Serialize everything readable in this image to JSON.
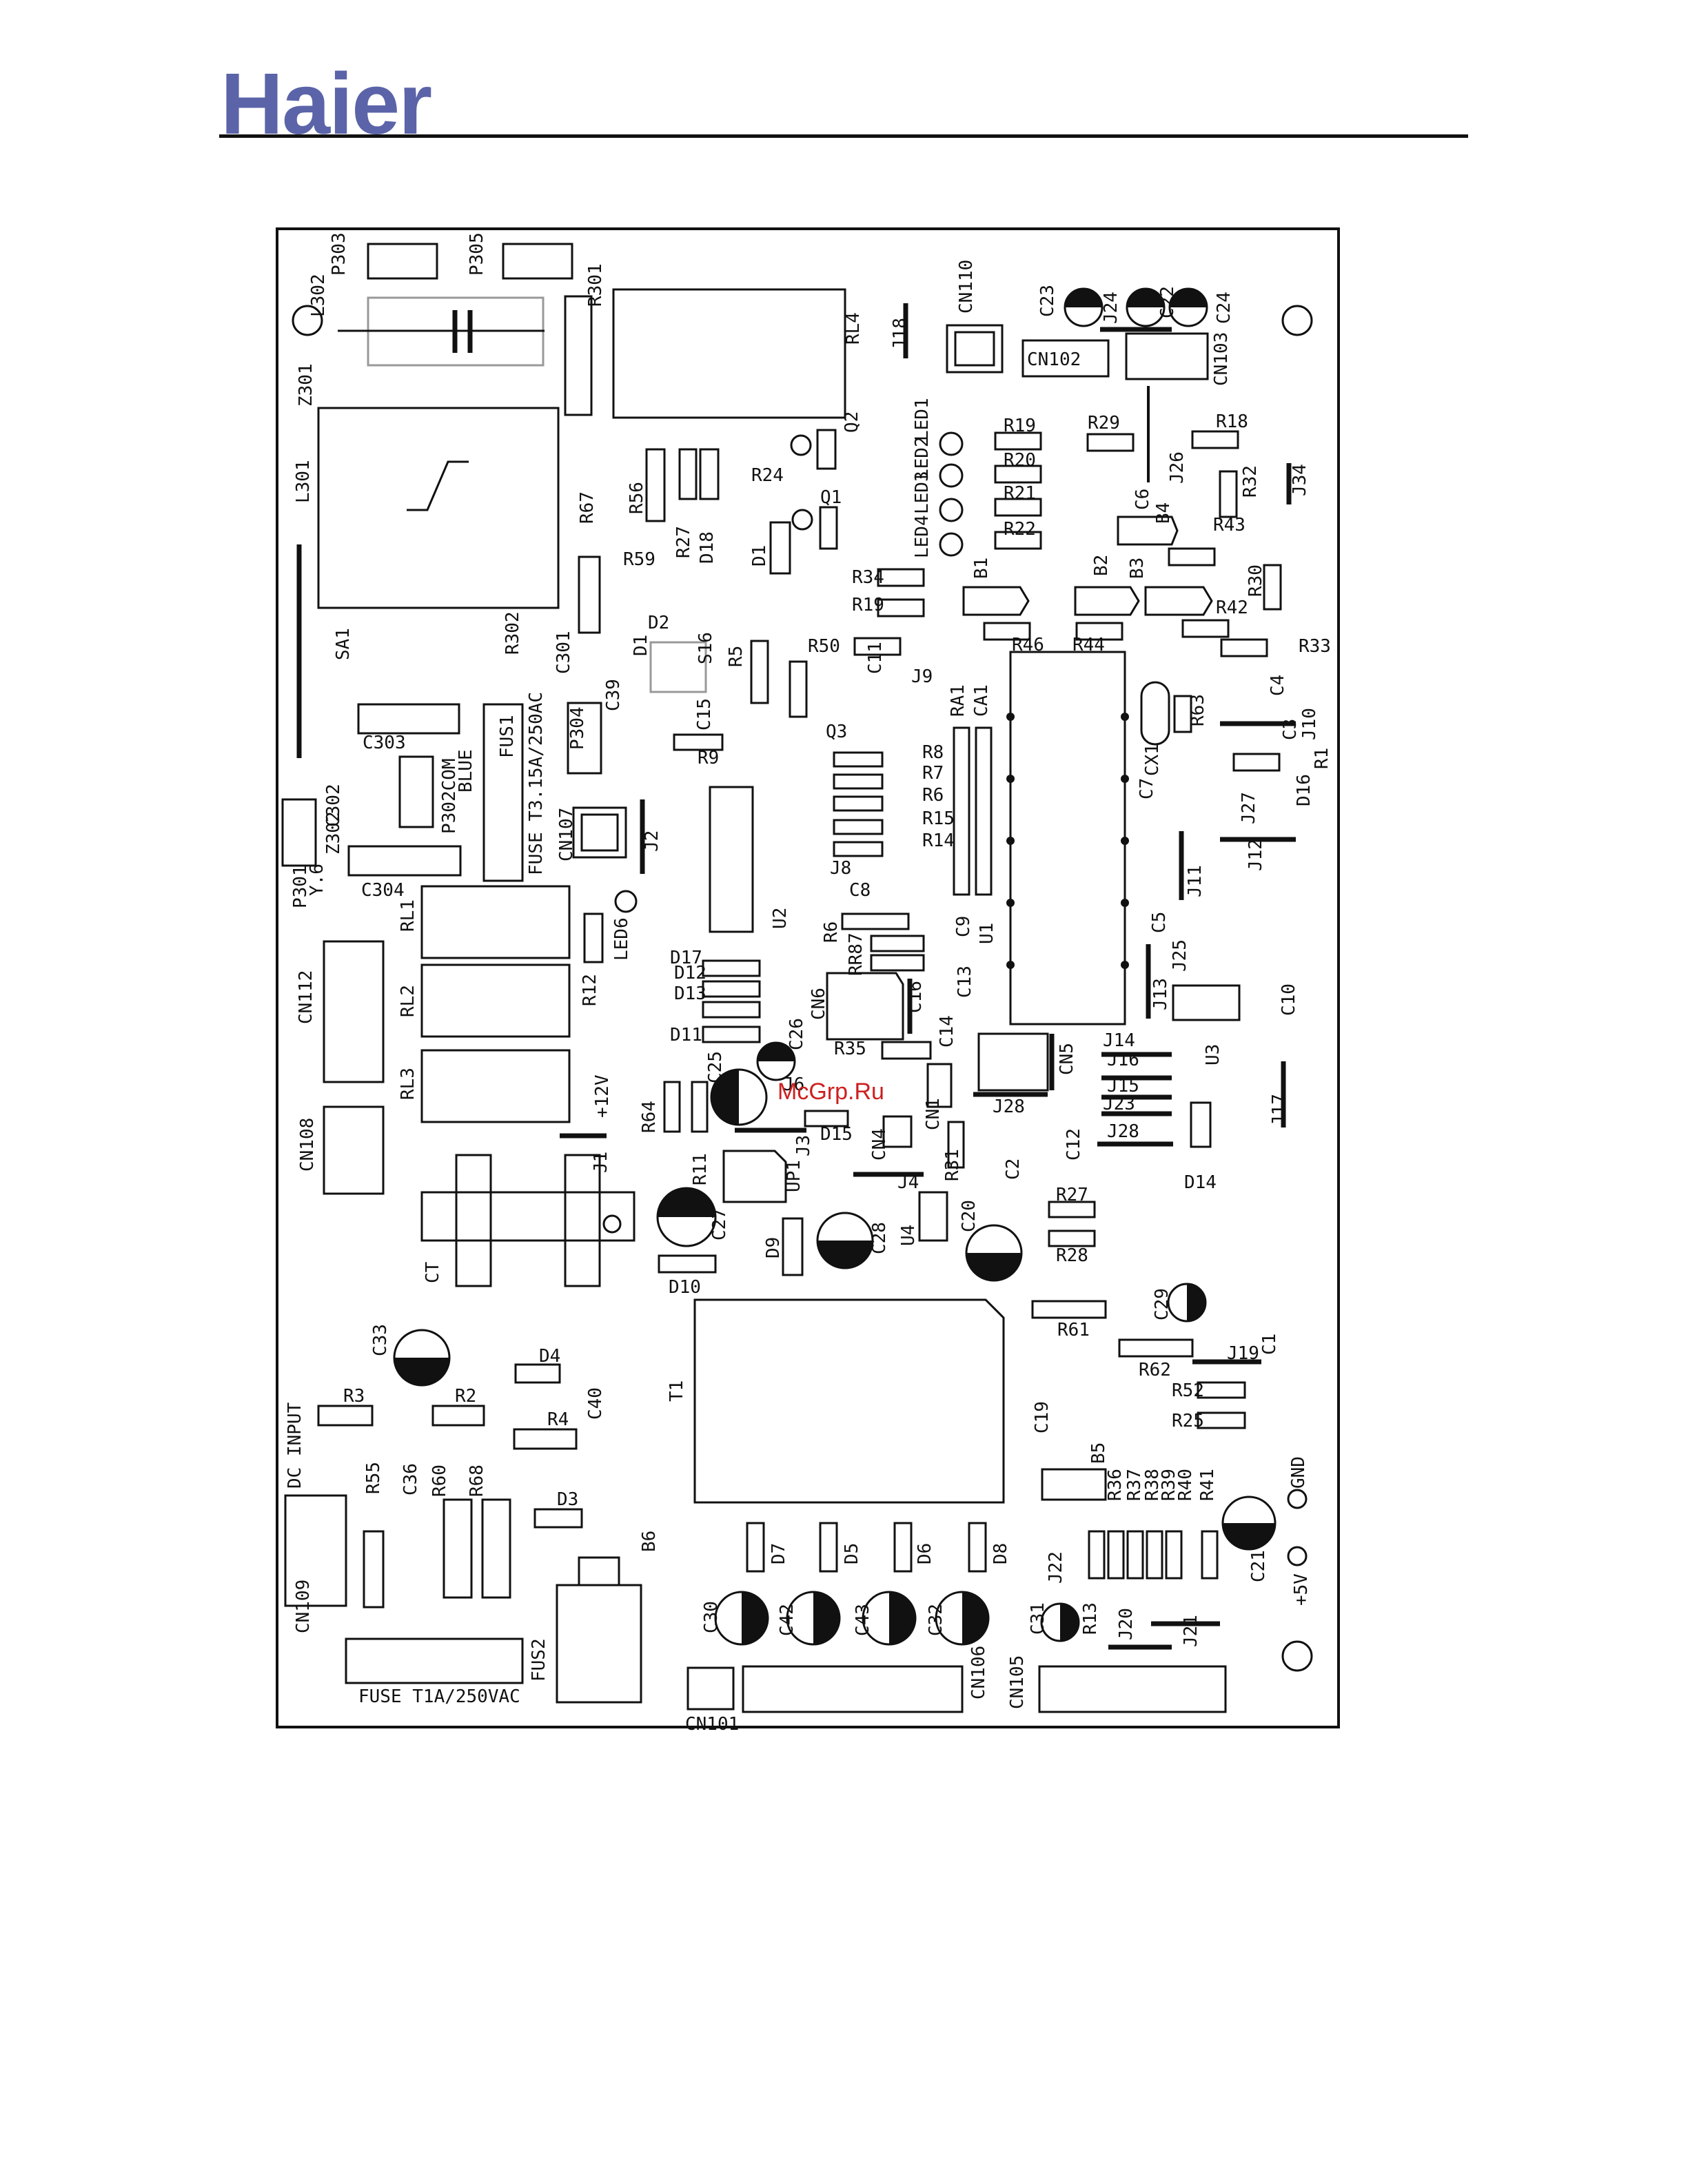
{
  "brand": {
    "logo_text": "Haier"
  },
  "watermark": "McGrp.Ru",
  "board": {
    "border_color": "#111111",
    "labels": [
      {
        "id": "p303",
        "text": "P303"
      },
      {
        "id": "p305",
        "text": "P305"
      },
      {
        "id": "l302",
        "text": "L302"
      },
      {
        "id": "r301",
        "text": "R301"
      },
      {
        "id": "rl4",
        "text": "RL4"
      },
      {
        "id": "j18",
        "text": "J18"
      },
      {
        "id": "cn110",
        "text": "CN110"
      },
      {
        "id": "c23",
        "text": "C23"
      },
      {
        "id": "j24",
        "text": "J24"
      },
      {
        "id": "c22",
        "text": "C22"
      },
      {
        "id": "c24",
        "text": "C24"
      },
      {
        "id": "cn102",
        "text": "CN102"
      },
      {
        "id": "cn103",
        "text": "CN103"
      },
      {
        "id": "z301",
        "text": "Z301"
      },
      {
        "id": "l301",
        "text": "L301"
      },
      {
        "id": "r67",
        "text": "R67"
      },
      {
        "id": "r56",
        "text": "R56"
      },
      {
        "id": "r27",
        "text": "R27"
      },
      {
        "id": "d18",
        "text": "D18"
      },
      {
        "id": "r59",
        "text": "R59"
      },
      {
        "id": "r24",
        "text": "R24"
      },
      {
        "id": "d1a",
        "text": "D1"
      },
      {
        "id": "q2",
        "text": "Q2"
      },
      {
        "id": "q1",
        "text": "Q1"
      },
      {
        "id": "led1",
        "text": "LED1"
      },
      {
        "id": "led2",
        "text": "LED2"
      },
      {
        "id": "led3",
        "text": "LED3"
      },
      {
        "id": "led4",
        "text": "LED4"
      },
      {
        "id": "r19",
        "text": "R19"
      },
      {
        "id": "r20",
        "text": "R20"
      },
      {
        "id": "r21",
        "text": "R21"
      },
      {
        "id": "r22",
        "text": "R22"
      },
      {
        "id": "r29",
        "text": "R29"
      },
      {
        "id": "c6",
        "text": "C6"
      },
      {
        "id": "j26",
        "text": "J26"
      },
      {
        "id": "b4",
        "text": "B4"
      },
      {
        "id": "r18",
        "text": "R18"
      },
      {
        "id": "r32",
        "text": "R32"
      },
      {
        "id": "j34",
        "text": "J34"
      },
      {
        "id": "r43",
        "text": "R43"
      },
      {
        "id": "r34",
        "text": "R34"
      },
      {
        "id": "r19b",
        "text": "R19"
      },
      {
        "id": "b1",
        "text": "B1"
      },
      {
        "id": "b2",
        "text": "B2"
      },
      {
        "id": "b3",
        "text": "B3"
      },
      {
        "id": "r30",
        "text": "R30"
      },
      {
        "id": "r42",
        "text": "R42"
      },
      {
        "id": "r33",
        "text": "R33"
      },
      {
        "id": "r302",
        "text": "R302"
      },
      {
        "id": "sa1",
        "text": "SA1"
      },
      {
        "id": "c301",
        "text": "C301"
      },
      {
        "id": "d2",
        "text": "D2"
      },
      {
        "id": "d1b",
        "text": "D1"
      },
      {
        "id": "s16",
        "text": "S16"
      },
      {
        "id": "r5",
        "text": "R5"
      },
      {
        "id": "r50",
        "text": "R50"
      },
      {
        "id": "c11",
        "text": "C11"
      },
      {
        "id": "j9",
        "text": "J9"
      },
      {
        "id": "r46",
        "text": "R46"
      },
      {
        "id": "r44",
        "text": "R44"
      },
      {
        "id": "r63",
        "text": "R63"
      },
      {
        "id": "c4",
        "text": "C4"
      },
      {
        "id": "j10",
        "text": "J10"
      },
      {
        "id": "c3",
        "text": "C3"
      },
      {
        "id": "r1",
        "text": "R1"
      },
      {
        "id": "c303",
        "text": "C303"
      },
      {
        "id": "c302",
        "text": "C302"
      },
      {
        "id": "fus1",
        "text": "FUS1"
      },
      {
        "id": "fuse1",
        "text": "FUSE T3.15A/250AC"
      },
      {
        "id": "c39",
        "text": "C39"
      },
      {
        "id": "p304",
        "text": "P304"
      },
      {
        "id": "c15",
        "text": "C15"
      },
      {
        "id": "r9",
        "text": "R9"
      },
      {
        "id": "q3",
        "text": "Q3"
      },
      {
        "id": "ra1",
        "text": "RA1"
      },
      {
        "id": "ca1",
        "text": "CA1"
      },
      {
        "id": "rb",
        "text": "R8"
      },
      {
        "id": "r7",
        "text": "R7"
      },
      {
        "id": "r6",
        "text": "R6"
      },
      {
        "id": "r15",
        "text": "R15"
      },
      {
        "id": "r14",
        "text": "R14"
      },
      {
        "id": "cx1",
        "text": "CX1"
      },
      {
        "id": "d16",
        "text": "D16"
      },
      {
        "id": "c7",
        "text": "C7"
      },
      {
        "id": "j27",
        "text": "J27"
      },
      {
        "id": "j12",
        "text": "J12"
      },
      {
        "id": "j11",
        "text": "J11"
      },
      {
        "id": "z302",
        "text": "Z302"
      },
      {
        "id": "p302com",
        "text": "P302COM"
      },
      {
        "id": "blue",
        "text": "BLUE"
      },
      {
        "id": "cn107",
        "text": "CN107"
      },
      {
        "id": "j2",
        "text": "J2"
      },
      {
        "id": "p301",
        "text": "P301"
      },
      {
        "id": "y6",
        "text": "Y.6"
      },
      {
        "id": "c304",
        "text": "C304"
      },
      {
        "id": "j8",
        "text": "J8"
      },
      {
        "id": "c8",
        "text": "C8"
      },
      {
        "id": "c9",
        "text": "C9"
      },
      {
        "id": "c5",
        "text": "C5"
      },
      {
        "id": "u2",
        "text": "U2"
      },
      {
        "id": "u1",
        "text": "U1"
      },
      {
        "id": "rl1",
        "text": "RL1"
      },
      {
        "id": "led6",
        "text": "LED6"
      },
      {
        "id": "r12",
        "text": "R12"
      },
      {
        "id": "r6b",
        "text": "R6"
      },
      {
        "id": "rr87",
        "text": "RR87"
      },
      {
        "id": "j25",
        "text": "J25"
      },
      {
        "id": "cn112",
        "text": "CN112"
      },
      {
        "id": "rl2",
        "text": "RL2"
      },
      {
        "id": "d12",
        "text": "D12"
      },
      {
        "id": "d13",
        "text": "D13"
      },
      {
        "id": "d11",
        "text": "D11"
      },
      {
        "id": "d17",
        "text": "D17"
      },
      {
        "id": "cn6",
        "text": "CN6"
      },
      {
        "id": "c16",
        "text": "C16"
      },
      {
        "id": "c13",
        "text": "C13"
      },
      {
        "id": "j13",
        "text": "J13"
      },
      {
        "id": "c10",
        "text": "C10"
      },
      {
        "id": "c26",
        "text": "C26"
      },
      {
        "id": "r35",
        "text": "R35"
      },
      {
        "id": "c14",
        "text": "C14"
      },
      {
        "id": "cn5",
        "text": "CN5"
      },
      {
        "id": "j14",
        "text": "J14"
      },
      {
        "id": "u3",
        "text": "U3"
      },
      {
        "id": "rl3",
        "text": "RL3"
      },
      {
        "id": "plus12v",
        "text": "+12V"
      },
      {
        "id": "c25",
        "text": "C25"
      },
      {
        "id": "j6",
        "text": "J6"
      },
      {
        "id": "j15",
        "text": "J15"
      },
      {
        "id": "j16",
        "text": "J16"
      },
      {
        "id": "r64",
        "text": "R64"
      },
      {
        "id": "d15",
        "text": "D15"
      },
      {
        "id": "cn1",
        "text": "CN1"
      },
      {
        "id": "j28",
        "text": "J28"
      },
      {
        "id": "j23",
        "text": "J23"
      },
      {
        "id": "j17",
        "text": "J17"
      },
      {
        "id": "cn108",
        "text": "CN108"
      },
      {
        "id": "j1",
        "text": "J1"
      },
      {
        "id": "r11",
        "text": "R11"
      },
      {
        "id": "j3",
        "text": "J3"
      },
      {
        "id": "up1",
        "text": "UP1"
      },
      {
        "id": "cn4",
        "text": "CN4"
      },
      {
        "id": "r31",
        "text": "R31"
      },
      {
        "id": "c2",
        "text": "C2"
      },
      {
        "id": "c12",
        "text": "C12"
      },
      {
        "id": "j28b",
        "text": "J28"
      },
      {
        "id": "d14",
        "text": "D14"
      },
      {
        "id": "j4",
        "text": "J4"
      },
      {
        "id": "ct",
        "text": "CT"
      },
      {
        "id": "c27",
        "text": "C27"
      },
      {
        "id": "d9",
        "text": "D9"
      },
      {
        "id": "c28",
        "text": "C28"
      },
      {
        "id": "u4",
        "text": "U4"
      },
      {
        "id": "c20",
        "text": "C20"
      },
      {
        "id": "r27b",
        "text": "R27"
      },
      {
        "id": "r28",
        "text": "R28"
      },
      {
        "id": "d10",
        "text": "D10"
      },
      {
        "id": "c29",
        "text": "C29"
      },
      {
        "id": "r61",
        "text": "R61"
      },
      {
        "id": "c1",
        "text": "C1"
      },
      {
        "id": "j19",
        "text": "J19"
      },
      {
        "id": "c33",
        "text": "C33"
      },
      {
        "id": "d4",
        "text": "D4"
      },
      {
        "id": "r62",
        "text": "R62"
      },
      {
        "id": "r52",
        "text": "R52"
      },
      {
        "id": "r25",
        "text": "R25"
      },
      {
        "id": "r3",
        "text": "R3"
      },
      {
        "id": "r2",
        "text": "R2"
      },
      {
        "id": "r4",
        "text": "R4"
      },
      {
        "id": "c40",
        "text": "C40"
      },
      {
        "id": "t1",
        "text": "T1"
      },
      {
        "id": "c19",
        "text": "C19"
      },
      {
        "id": "b5",
        "text": "B5"
      },
      {
        "id": "gnd",
        "text": "GND"
      },
      {
        "id": "dcinput",
        "text": "DC INPUT"
      },
      {
        "id": "r55",
        "text": "R55"
      },
      {
        "id": "c36",
        "text": "C36"
      },
      {
        "id": "r60",
        "text": "R60"
      },
      {
        "id": "r68",
        "text": "R68"
      },
      {
        "id": "d3",
        "text": "D3"
      },
      {
        "id": "b6",
        "text": "B6"
      },
      {
        "id": "r36",
        "text": "R36"
      },
      {
        "id": "r37",
        "text": "R37"
      },
      {
        "id": "r38",
        "text": "R38"
      },
      {
        "id": "r39",
        "text": "R39"
      },
      {
        "id": "r40",
        "text": "R40"
      },
      {
        "id": "r41",
        "text": "R41"
      },
      {
        "id": "c21",
        "text": "C21"
      },
      {
        "id": "plus5v",
        "text": "+5V"
      },
      {
        "id": "d7",
        "text": "D7"
      },
      {
        "id": "d5",
        "text": "D5"
      },
      {
        "id": "d6",
        "text": "D6"
      },
      {
        "id": "d8",
        "text": "D8"
      },
      {
        "id": "j22",
        "text": "J22"
      },
      {
        "id": "cn109",
        "text": "CN109"
      },
      {
        "id": "c30",
        "text": "C30"
      },
      {
        "id": "c42",
        "text": "C42"
      },
      {
        "id": "c43",
        "text": "C43"
      },
      {
        "id": "c32",
        "text": "C32"
      },
      {
        "id": "c31",
        "text": "C31"
      },
      {
        "id": "r13",
        "text": "R13"
      },
      {
        "id": "j20",
        "text": "J20"
      },
      {
        "id": "j21",
        "text": "J21"
      },
      {
        "id": "fus2",
        "text": "FUS2"
      },
      {
        "id": "fuse2",
        "text": "FUSE T1A/250VAC"
      },
      {
        "id": "cn101",
        "text": "CN101"
      },
      {
        "id": "cn106",
        "text": "CN106"
      },
      {
        "id": "cn105",
        "text": "CN105"
      }
    ]
  }
}
